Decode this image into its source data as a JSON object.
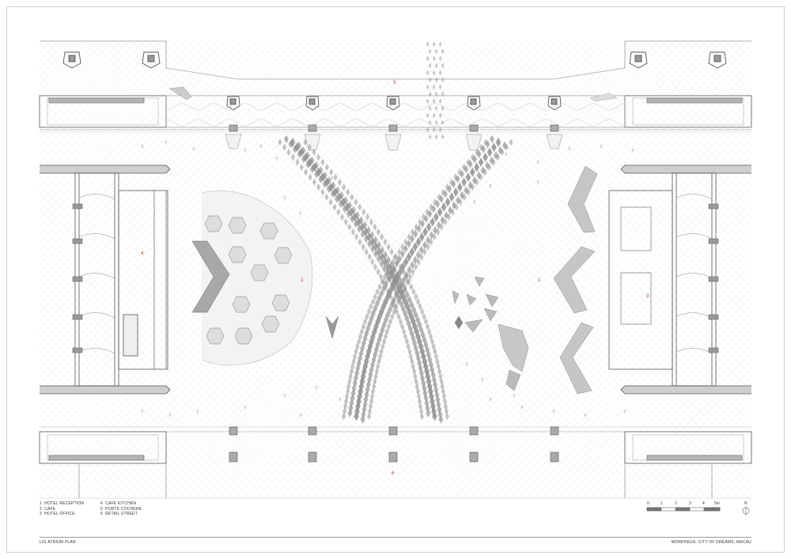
{
  "legend": [
    {
      "num": "1",
      "label": "HOTEL RECEPTION"
    },
    {
      "num": "2",
      "label": "CAFE"
    },
    {
      "num": "3",
      "label": "HOTEL OFFICE"
    },
    {
      "num": "4",
      "label": "CAFE KITCHEN"
    },
    {
      "num": "5",
      "label": "PORTE COCHERE"
    },
    {
      "num": "6",
      "label": "RETAIL STREET"
    }
  ],
  "plan_labels": {
    "reception": "1",
    "cafe": "2",
    "office": "3",
    "kitchen": "4",
    "porte_cochere": "5",
    "retail_street": "6"
  },
  "scale_bar": {
    "ticks": [
      "0",
      "1",
      "2",
      "3",
      "4",
      "5m"
    ],
    "north": "N"
  },
  "drawing_title": "L01 ATRIUM PLAN",
  "project_title": "MORPHEUS, CITY OF DREAMS, MACAU",
  "colors": {
    "line": "#6a6a6a",
    "light_line": "#bdbdbd",
    "pattern": "#8a8a8a",
    "room_number": "#c0392b"
  }
}
